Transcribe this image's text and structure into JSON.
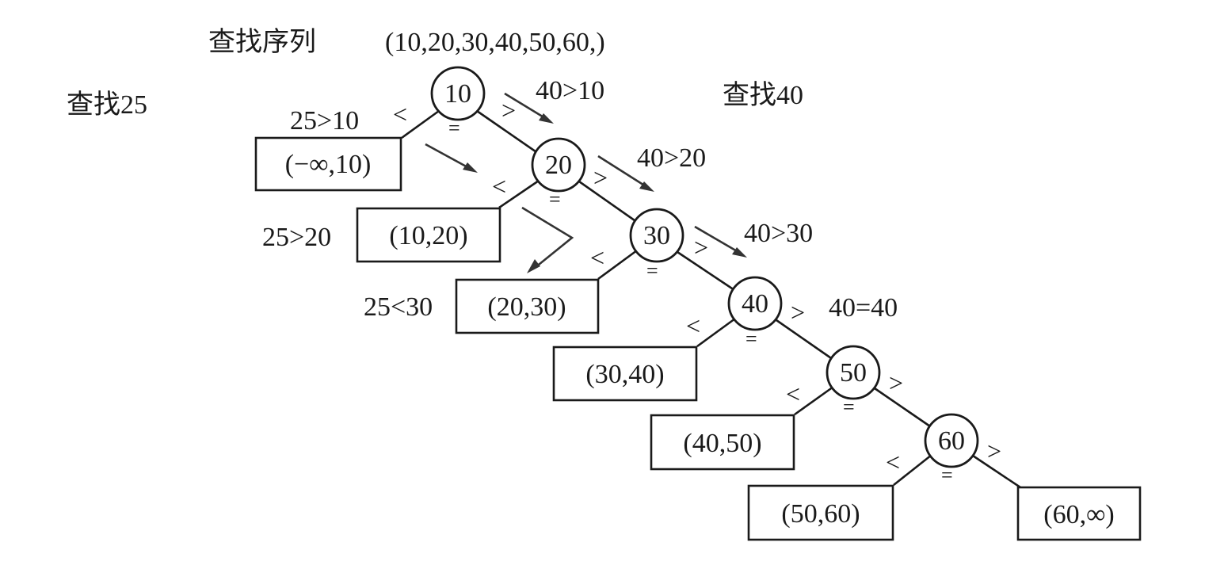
{
  "title": {
    "label": "查找序列",
    "sequence": "(10,20,30,40,50,60,)"
  },
  "search_a": {
    "label": "查找25",
    "steps": [
      "25>10",
      "25>20",
      "25<30"
    ]
  },
  "search_b": {
    "label": "查找40",
    "steps": [
      "40>10",
      "40>20",
      "40>30",
      "40=40"
    ]
  },
  "tree": {
    "nodes": [
      "10",
      "20",
      "30",
      "40",
      "50",
      "60"
    ],
    "leaves": [
      "(−∞,10)",
      "(10,20)",
      "(20,30)",
      "(30,40)",
      "(40,50)",
      "(50,60)",
      "(60,∞)"
    ],
    "less_symbol": "<",
    "greater_symbol": ">",
    "equal_symbol": "="
  }
}
